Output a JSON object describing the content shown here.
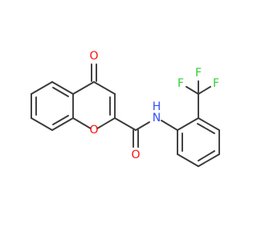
{
  "molecule": {
    "atoms": {
      "carbonyl_oxygen": {
        "label": "O",
        "color": "#ff0d0d"
      },
      "ring_oxygen": {
        "label": "O",
        "color": "#ff0d0d"
      },
      "amide_oxygen": {
        "label": "O",
        "color": "#ff0d0d"
      },
      "amide_nitrogen": {
        "label": "N",
        "sublabel": "H",
        "color": "#3050f8"
      },
      "fluorine_1": {
        "label": "F",
        "color": "#33cc33"
      },
      "fluorine_2": {
        "label": "F",
        "color": "#33cc33"
      },
      "fluorine_3": {
        "label": "F",
        "color": "#33cc33"
      }
    },
    "bond_color": "#3a3a3a"
  }
}
